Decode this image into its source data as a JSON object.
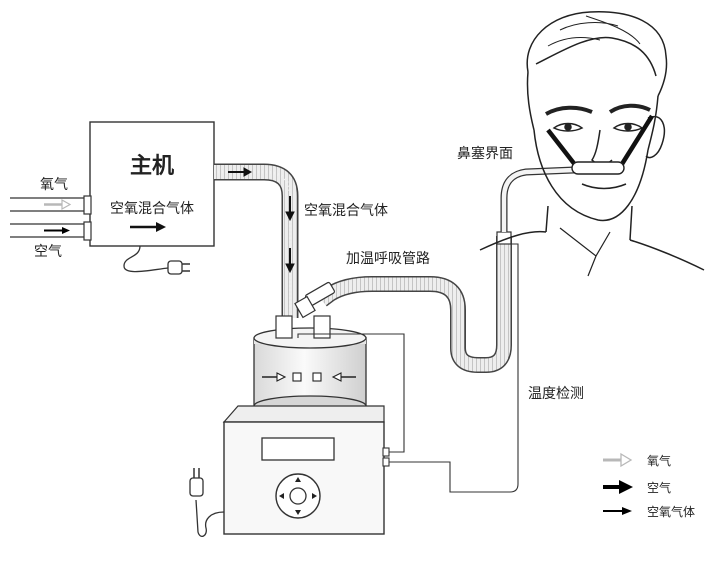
{
  "labels": {
    "host_title": "主机",
    "host_mixed_gas": "空氧混合气体",
    "oxygen_input": "氧气",
    "air_input": "空气",
    "tube_mixed_gas": "空氧混合气体",
    "heated_circuit": "加温呼吸管路",
    "nasal_interface": "鼻塞界面",
    "temperature_probe": "温度检测"
  },
  "legend": {
    "oxygen": "氧气",
    "air": "空气",
    "mixed": "空氧气体"
  },
  "colors": {
    "line": "#2a2a2a",
    "oxygen_arrow": "#b8b8b8",
    "air_arrow": "#000000",
    "tube_fill": "#ececec"
  }
}
